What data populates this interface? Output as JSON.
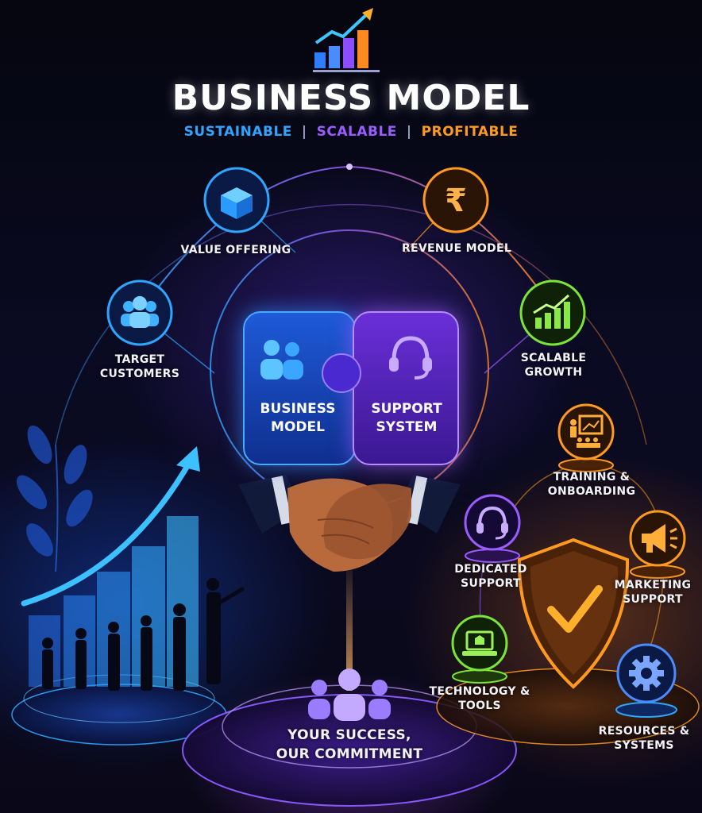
{
  "header": {
    "title": "BUSINESS MODEL",
    "tag_1": "SUSTAINABLE",
    "separator": "|",
    "tag_2": "SCALABLE",
    "tag_3": "PROFITABLE"
  },
  "colors": {
    "blue": "#2ea6ff",
    "purple": "#9b5cff",
    "orange": "#ff9a1f",
    "green": "#7be33b"
  },
  "ring_items": [
    {
      "label": "VALUE OFFERING",
      "icon": "box-icon"
    },
    {
      "label": "REVENUE MODEL",
      "icon": "rupee-icon"
    },
    {
      "label": "TARGET CUSTOMERS",
      "icon": "group-icon"
    },
    {
      "label": "SCALABLE GROWTH",
      "icon": "growth-chart-icon"
    }
  ],
  "puzzle": {
    "left": "BUSINESS MODEL",
    "right": "SUPPORT SYSTEM"
  },
  "support_items": [
    {
      "label": "TRAINING & ONBOARDING",
      "icon": "presentation-icon"
    },
    {
      "label": "DEDICATED SUPPORT",
      "icon": "headset-icon"
    },
    {
      "label": "MARKETING SUPPORT",
      "icon": "megaphone-icon"
    },
    {
      "label": "TECHNOLOGY & TOOLS",
      "icon": "laptop-icon"
    },
    {
      "label": "RESOURCES & SYSTEMS",
      "icon": "gear-icon"
    }
  ],
  "footer": {
    "line_1": "YOUR SUCCESS,",
    "line_2": "OUR COMMITMENT"
  }
}
